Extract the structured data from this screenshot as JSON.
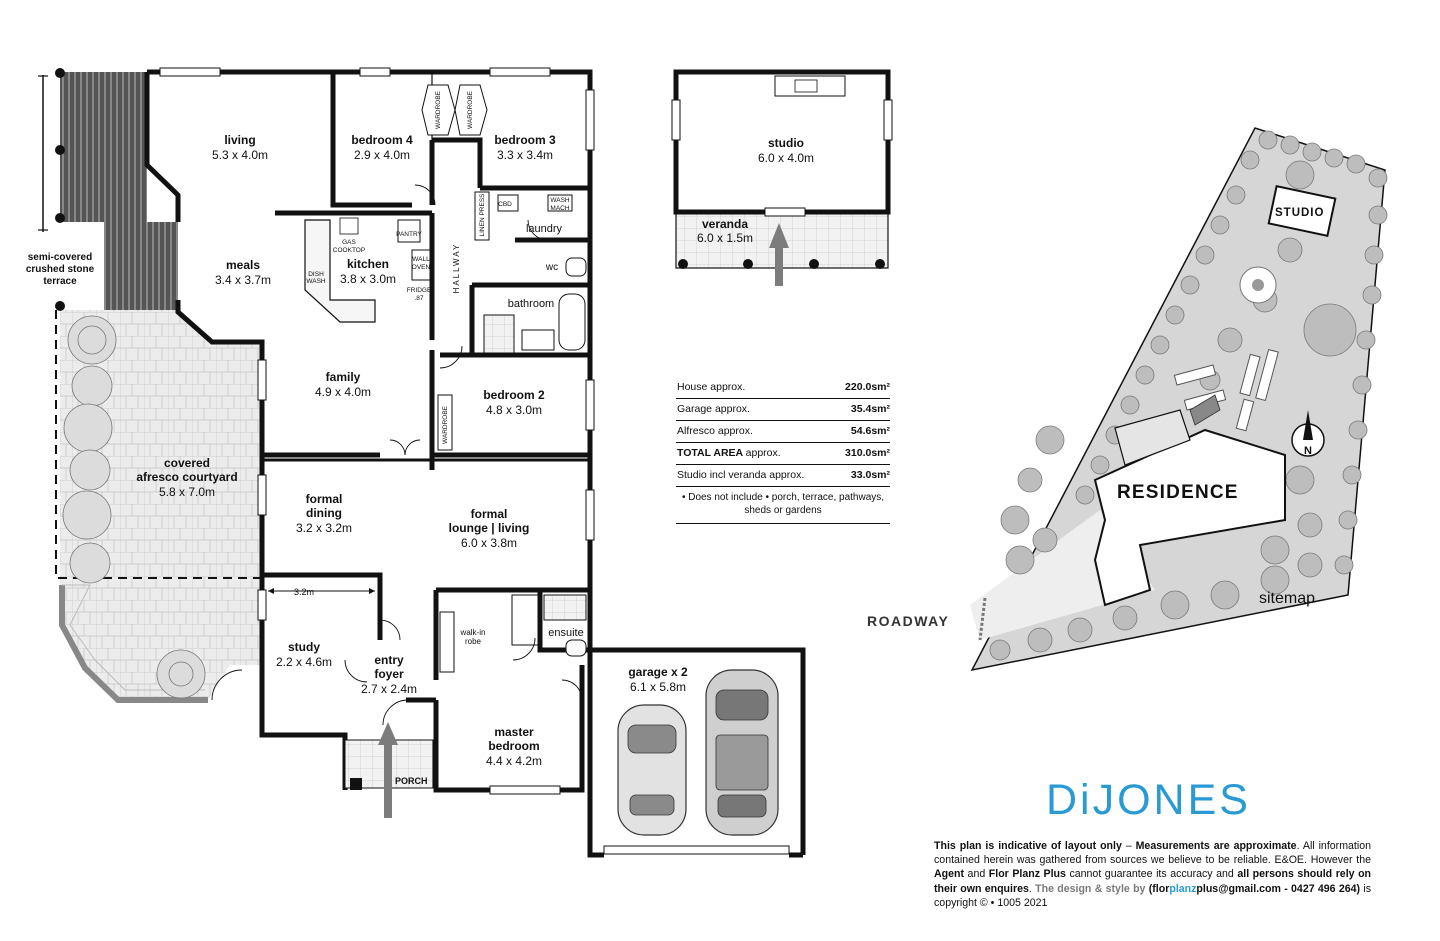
{
  "rooms": {
    "living": {
      "name": "living",
      "size": "5.3 x 4.0m"
    },
    "bedroom4": {
      "name": "bedroom 4",
      "size": "2.9 x 4.0m"
    },
    "bedroom3": {
      "name": "bedroom 3",
      "size": "3.3 x 3.4m"
    },
    "meals": {
      "name": "meals",
      "size": "3.4 x 3.7m"
    },
    "kitchen": {
      "name": "kitchen",
      "size": "3.8 x 3.0m"
    },
    "family": {
      "name": "family",
      "size": "4.9 x 4.0m"
    },
    "bedroom2": {
      "name": "bedroom 2",
      "size": "4.8 x 3.0m"
    },
    "courtyard": {
      "line1": "covered",
      "line2": "afresco courtyard",
      "size": "5.8 x 7.0m"
    },
    "terrace": {
      "line1": "semi-covered",
      "line2": "crushed stone",
      "line3": "terrace"
    },
    "formal_dining": {
      "line1": "formal",
      "line2": "dining",
      "size": "3.2 x 3.2m"
    },
    "formal_lounge": {
      "line1": "formal",
      "line2": "lounge | living",
      "size": "6.0 x 3.8m"
    },
    "study": {
      "name": "study",
      "size": "2.2 x 4.6m",
      "dim": "3.2m"
    },
    "entry": {
      "line1": "entry",
      "line2": "foyer",
      "size": "2.7 x 2.4m"
    },
    "master": {
      "line1": "master",
      "line2": "bedroom",
      "size": "4.4 x 4.2m"
    },
    "garage": {
      "name": "garage x 2",
      "size": "6.1 x 5.8m"
    },
    "studio": {
      "name": "studio",
      "size": "6.0 x 4.0m"
    },
    "veranda": {
      "name": "veranda",
      "size": "6.0 x 1.5m"
    }
  },
  "fixtures": {
    "laundry": "laundry",
    "wc": "wc",
    "bathroom": "bathroom",
    "ensuite": "ensuite",
    "walkin_line1": "walk-in",
    "walkin_line2": "robe",
    "wardrobe": "WARDROBE",
    "linen": "LINEN PRESS",
    "cbd": "CBD",
    "wash1": "WASH",
    "wash2": "MACH",
    "pantry": "PANTRY",
    "gas1": "GAS",
    "gas2": "COOKTOP",
    "wall1": "WALL",
    "wall2": "OVEN",
    "fridge1": "FRIDGE",
    "fridge2": ".87",
    "dish1": "DISH",
    "dish2": "WASH",
    "hallway": "HALLWAY",
    "porch": "PORCH"
  },
  "areas": [
    {
      "label": "House",
      "suffix": "approx.",
      "value": "220.0sm²",
      "bold": false
    },
    {
      "label": "Garage",
      "suffix": "approx.",
      "value": "35.4sm²",
      "bold": false
    },
    {
      "label": "Alfresco",
      "suffix": "approx.",
      "value": "54.6sm²",
      "bold": false
    },
    {
      "label": "TOTAL AREA",
      "suffix": "approx.",
      "value": "310.0sm²",
      "bold": true
    },
    {
      "label": "Studio incl veranda",
      "suffix": "approx.",
      "value": "33.0sm²",
      "bold": false
    }
  ],
  "area_note": "• Does not include • porch, terrace, pathways, sheds or gardens",
  "sitemap": {
    "roadway": "ROADWAY",
    "residence": "RESIDENCE",
    "studio": "STUDIO",
    "title": "sitemap",
    "north": "N"
  },
  "brand": "DiJONES",
  "disclaimer": {
    "b1": "This plan is indicative of layout only",
    "dash": " – ",
    "b2": "Measurements are approximate",
    "t1": ". All information contained herein was gathered from sources we believe to be reliable. E&OE. However the ",
    "b3": "Agent",
    "t2": " and ",
    "b4": "Flor Planz Plus",
    "t3": " cannot guarantee its accuracy and ",
    "b5": "all persons should rely on their own enquires",
    "t4": ". ",
    "g1": "The design & style by",
    "t5": " (flor",
    "blue": "planz",
    "t6": "plus@gmail.com - 0427 496 264)",
    "t7": " is copyright © •  1005 2021"
  },
  "colors": {
    "brand_blue": "#2a9ad5",
    "arrow_gray": "#7c7c7c",
    "site_gray": "#d6d6d6"
  }
}
